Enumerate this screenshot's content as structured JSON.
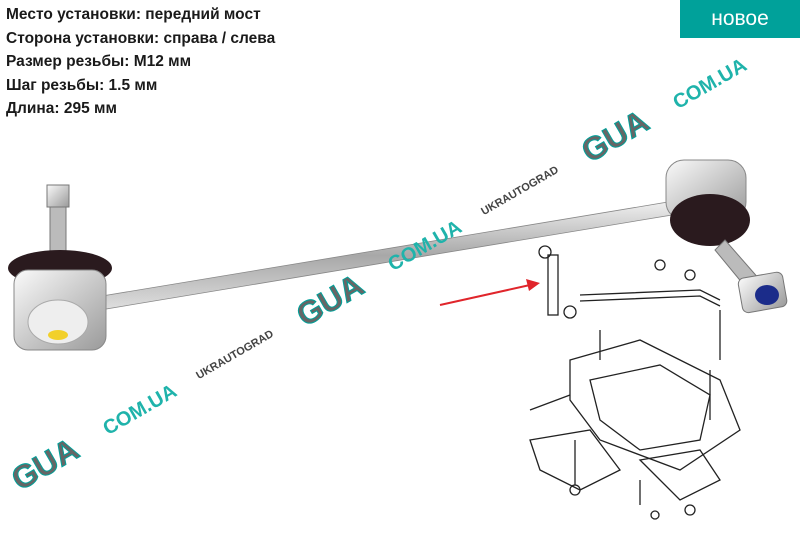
{
  "specs": [
    {
      "text": "Место установки: передний мост"
    },
    {
      "text": "Сторона установки: справа / слева"
    },
    {
      "text": "Размер резьбы: M12 мм"
    },
    {
      "text": "Шаг резьбы: 1.5 мм"
    },
    {
      "text": "Длина: 295 мм"
    }
  ],
  "badge": {
    "label": "новое",
    "color": "#00a19a"
  },
  "watermark": {
    "brand": "GUA",
    "domain": "COM.UA",
    "company": "UKRAUTOGRAD"
  },
  "colors": {
    "teal": "#00a19a",
    "arrow": "#e0252b"
  }
}
